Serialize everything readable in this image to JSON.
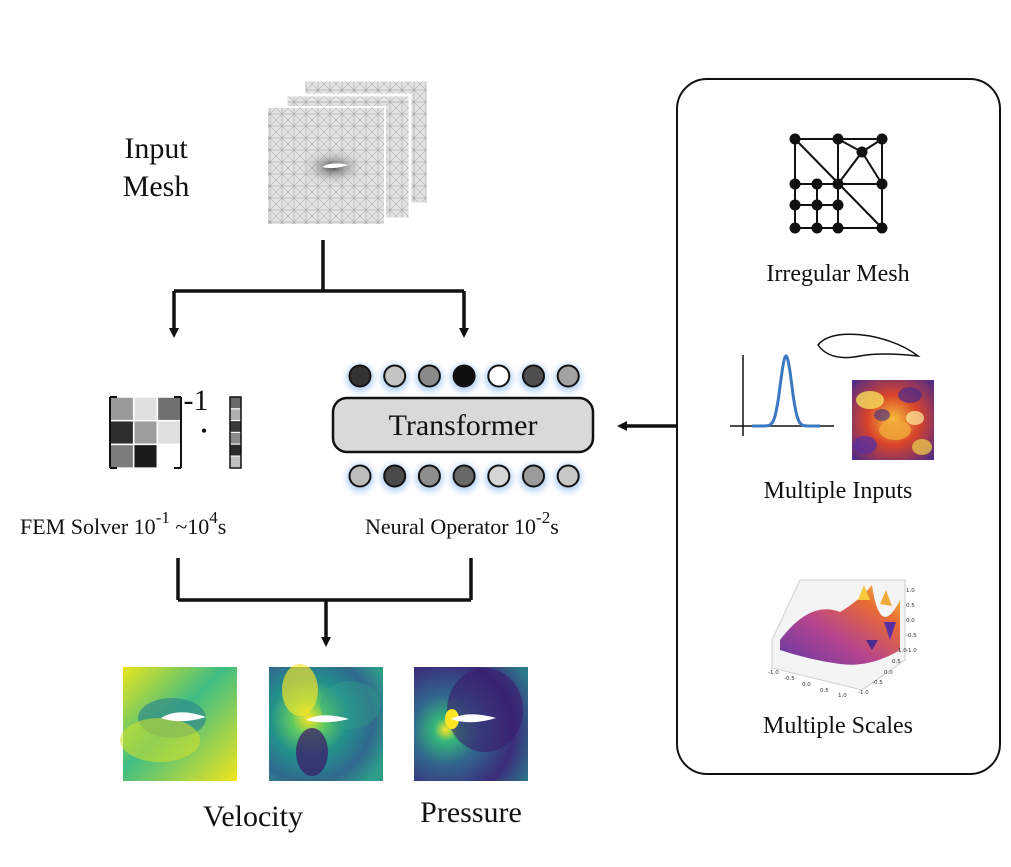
{
  "input_mesh": {
    "line1": "Input",
    "line2": "Mesh"
  },
  "fem": {
    "label": "FEM Solver 10",
    "exp1": "-1",
    "tilde": " ~10",
    "exp2": "4",
    "unit": "s",
    "inverse_mark": "-1",
    "dot": "•"
  },
  "neural_operator": {
    "label": "Neural Operator 10",
    "exp": "-2",
    "unit": "s",
    "block_label": "Transformer"
  },
  "outputs": {
    "velocity": "Velocity",
    "pressure": "Pressure"
  },
  "side_panel": {
    "irregular_mesh": "Irregular Mesh",
    "multiple_inputs": "Multiple Inputs",
    "multiple_scales": "Multiple Scales",
    "surface_plot_ticks": {
      "x": [
        "-1.0",
        "-0.5",
        "0.0",
        "0.5",
        "1.0"
      ],
      "y": [
        "-1.0",
        "-0.5",
        "0.0",
        "0.5",
        "1.0"
      ],
      "z": [
        "1.0",
        "0.5",
        "0.0",
        "-0.5",
        "-1.0"
      ]
    }
  },
  "colors": {
    "node_top": [
      "#333333",
      "#c4c4c4",
      "#8a8a8a",
      "#0d0d0d",
      "#ffffff",
      "#4e4e4e",
      "#a2a2a2"
    ],
    "node_bottom": [
      "#bcbcbc",
      "#4a4a4a",
      "#8e8e8e",
      "#696969",
      "#d6d6d6",
      "#9b9b9b",
      "#c7c7c7"
    ],
    "matrix": [
      [
        "#9a9a9a",
        "#e0e0e0",
        "#707070"
      ],
      [
        "#2e2e2e",
        "#9e9e9e",
        "#e0e0e0"
      ],
      [
        "#7c7c7c",
        "#1a1a1a",
        "#ffffff"
      ]
    ],
    "vector": [
      "#6a6a6a",
      "#b0b0b0",
      "#3a3a3a",
      "#8a8a8a",
      "#2a2a2a",
      "#c0c0c0"
    ],
    "gaussian_curve": "#3a78c2",
    "transformer_fill": "#d9d9d9"
  }
}
